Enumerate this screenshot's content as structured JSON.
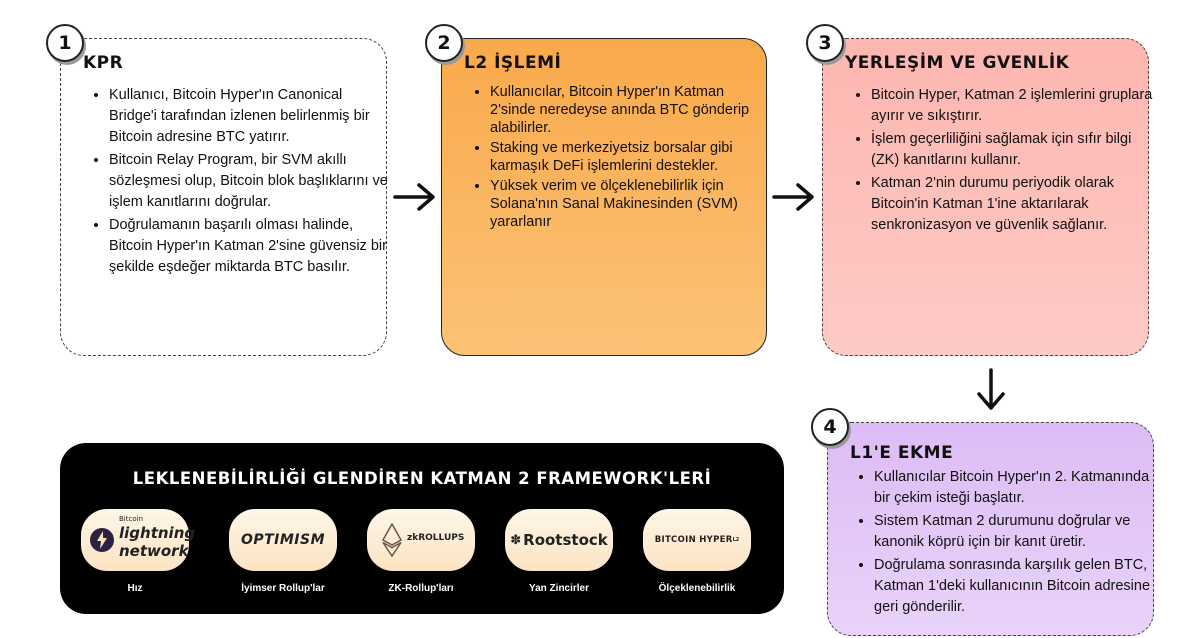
{
  "steps": [
    {
      "number": "1",
      "title": "KPR",
      "bullets": [
        "Kullanıcı, Bitcoin Hyper'ın Canonical Bridge'i tarafından izlenen belirlenmiş bir Bitcoin adresine BTC yatırır.",
        "Bitcoin Relay Program, bir SVM akıllı sözleşmesi olup, Bitcoin blok başlıklarını ve işlem kanıtlarını doğrular.",
        "Doğrulamanın başarılı olması halinde, Bitcoin Hyper'ın Katman 2'sine güvensiz bir şekilde eşdeğer miktarda BTC basılır."
      ]
    },
    {
      "number": "2",
      "title": "L2 İŞLEMİ",
      "bullets": [
        "Kullanıcılar, Bitcoin Hyper'ın Katman 2'sinde neredeyse anında BTC gönderip alabilirler.",
        "Staking ve merkeziyetsiz borsalar gibi karmaşık DeFi işlemlerini destekler.",
        "Yüksek verim ve ölçeklenebilirlik için Solana'nın Sanal Makinesinden (SVM) yararlanır"
      ]
    },
    {
      "number": "3",
      "title": "YERLEŞİM VE GVENLİK",
      "bullets": [
        "Bitcoin Hyper, Katman 2 işlemlerini gruplara ayırır ve sıkıştırır.",
        "İşlem geçerliliğini sağlamak için sıfır bilgi (ZK) kanıtlarını kullanır.",
        "Katman 2'nin durumu periyodik olarak Bitcoin'in Katman 1'ine aktarılarak senkronizasyon ve güvenlik sağlanır."
      ]
    },
    {
      "number": "4",
      "title": "L1'E EKME",
      "bullets": [
        "Kullanıcılar Bitcoin Hyper'ın 2. Katmanında bir çekim isteği başlatır.",
        "Sistem Katman 2 durumunu doğrular ve kanonik köprü için bir kanıt üretir.",
        "Doğrulama sonrasında karşılık gelen BTC, Katman 1'deki kullanıcının Bitcoin adresine geri gönderilir."
      ]
    }
  ],
  "frameworks": {
    "title": "LEKLENEBİLİRLİĞİ GLENDİREN KATMAN 2 FRAMEWORK'LERİ",
    "items": [
      {
        "logo_top": "Bitcoin",
        "logo_main": "lightning",
        "logo_sub": "network",
        "label": "Hız"
      },
      {
        "logo_main": "OPTIMISM",
        "label": "İyimser Rollup'lar"
      },
      {
        "logo_main": "zkROLLUPS",
        "label": "ZK-Rollup'ları"
      },
      {
        "logo_main": "Rootstock",
        "label": "Yan Zincirler"
      },
      {
        "logo_main": "BITCOIN HYPER",
        "logo_sup": "L2",
        "label": "Ölçeklenebilirlik"
      }
    ]
  },
  "colors": {
    "step1_bg": "#ffffff",
    "step2_bg": "#f9b55c",
    "step3_bg": "#fdbcb8",
    "step4_bg": "#e2c8f6",
    "frameworks_bg": "#000000"
  }
}
